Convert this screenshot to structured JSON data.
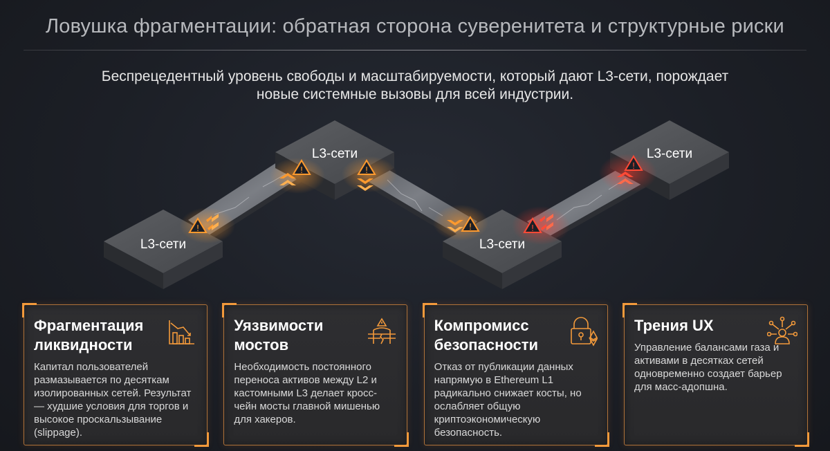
{
  "title": "Ловушка фрагментации: обратная сторона суверенитета и структурные риски",
  "subtitle": {
    "line1": "Беспрецедентный уровень свободы и масштабируемости, который дают L3-сети, порождает",
    "line2": "новые системные вызовы для всей индустрии."
  },
  "nodes": [
    {
      "label": "L3-сети"
    },
    {
      "label": "L3-сети"
    },
    {
      "label": "L3-сети"
    },
    {
      "label": "L3-сети"
    }
  ],
  "cards": [
    {
      "title": "Фрагментация ликвидности",
      "text": "Капитал пользователей размазывается по десяткам изолированных сетей. Результат — худшие условия для торгов и высокое проскальзывание (slippage).",
      "icon": "declining-chart-icon"
    },
    {
      "title": "Уязвимости мостов",
      "text": "Необходимость постоянного переноса активов между L2 и кастомными L3 делает кросс-чейн мосты главной мишенью для хакеров.",
      "icon": "broken-bridge-warning-icon"
    },
    {
      "title": "Компромисс безопасности",
      "text": "Отказ от публикации данных напрямую в Ethereum L1 радикально снижает косты, но ослабляет общую криптоэкономическую безопасность.",
      "icon": "padlock-ethereum-icon"
    },
    {
      "title": "Трения UX",
      "text": "Управление балансами газа и активами в десятках сетей одновременно создает барьер для масс-адопшна.",
      "icon": "user-network-icon"
    }
  ],
  "colors": {
    "accent": "#f39a3b",
    "danger": "#e0413a",
    "border": "#b0733a"
  }
}
